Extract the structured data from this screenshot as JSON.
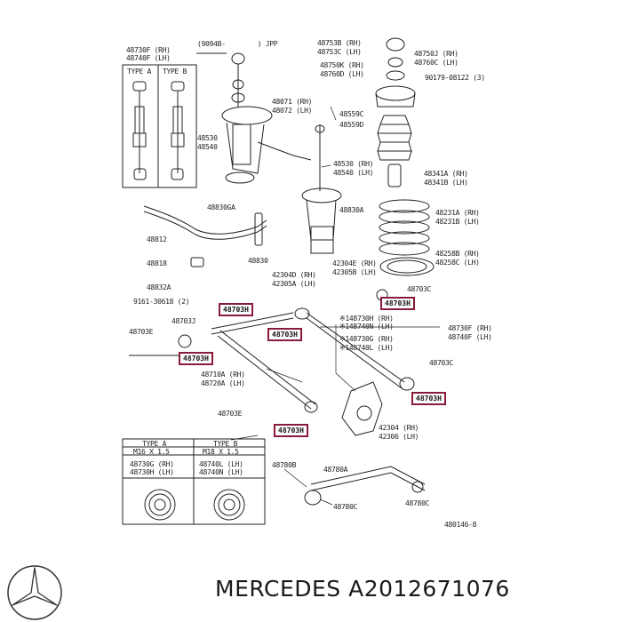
{
  "brand": "MERCEDES",
  "part_number": "A2012671076",
  "diagram_code": "480146-8",
  "colors": {
    "highlight": "#8a1c3a",
    "ink": "#222222"
  },
  "labels": {
    "l48730f": "48730F (RH)",
    "l48740f": "48740F (LH)",
    "type_a": "TYPE A",
    "type_b": "TYPE B",
    "l90948": "(9094B-        ) JPP",
    "l48753b": "48753B (RH)",
    "l48753c": "48753C (LH)",
    "l48750j": "48750J (RH)",
    "l48760c": "48760C (LH)",
    "l48750k": "48750K (RH)",
    "l48760d": "48760D (LH)",
    "l90179": "90179-08122 (3)",
    "l48071": "48071 (RH)",
    "l48072": "48072 (LH)",
    "l48559c": "48559C",
    "l48559d": "48559D",
    "l48530a": "48530",
    "l48540a": "48540",
    "l48530b": "48530 (RH)",
    "l48540b": "48540 (LH)",
    "l48341a": "48341A (RH)",
    "l48341b": "48341B (LH)",
    "l48830ga": "48830GA",
    "l48830a": "48830A",
    "l48231a": "48231A (RH)",
    "l48231b": "48231B (LH)",
    "l48812": "48812",
    "l48258b": "48258B (RH)",
    "l48258c": "48258C (LH)",
    "l48818": "48818",
    "l48830": "48830",
    "l42304e": "42304E (RH)",
    "l42305b": "42305B (LH)",
    "l42304d": "42304D (RH)",
    "l42305a": "42305A (LH)",
    "l48832a": "48832A",
    "l9161": "9161-30618 (2)",
    "l48703c1": "48703C",
    "l48703j": "48703J",
    "l48703e1": "48703E",
    "l148730h": "※148730H (RH)",
    "l148740n": "※148740N (LH)",
    "l148730g": "※148730G (RH)",
    "l148740l": "※148740L (LH)",
    "l48730fb": "48730F (RH)",
    "l48740fb": "48740F (LH)",
    "l48703c2": "48703C",
    "l48710a": "48710A (RH)",
    "l48720a": "48720A (LH)",
    "l48703e2": "48703E",
    "l42304": "42304 (RH)",
    "l42306": "42306 (LH)",
    "t_type_a": "TYPE A",
    "t_type_b": "TYPE B",
    "t_m16": "M16 X 1.5",
    "t_m18": "M18 X 1.5",
    "t_48730g": "48730G (RH)",
    "t_48730h": "48730H (LH)",
    "t_48740l": "48740L (LH)",
    "t_48740n": "48740N (LH)",
    "l48780b": "48780B",
    "l48780a": "48780A",
    "l48780c1": "48780C",
    "l48780c2": "48780C"
  },
  "highlights": {
    "h1": "48703H",
    "h2": "48703H",
    "h3": "48703H",
    "h4": "48703H",
    "h5": "48703H",
    "h6": "48703H"
  }
}
